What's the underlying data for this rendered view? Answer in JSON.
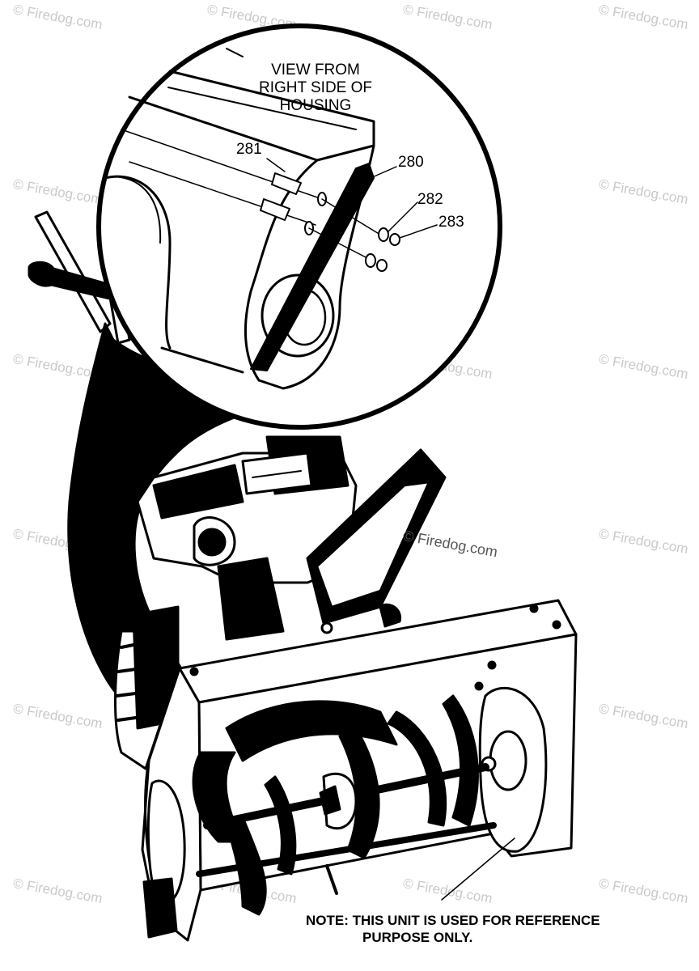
{
  "diagram": {
    "inset_title": "VIEW FROM\nRIGHT SIDE OF\nHOUSING",
    "inset_title_lines": [
      "VIEW FROM",
      "RIGHT SIDE OF",
      "HOUSING"
    ],
    "callouts": {
      "part_281": "281",
      "part_280": "280",
      "part_282": "282",
      "part_283": "283"
    },
    "note_line1": "NOTE: THIS UNIT IS USED FOR REFERENCE",
    "note_line2": "PURPOSE ONLY.",
    "watermark": "© Firedog.com",
    "brand_watermark": "© Firedog.com"
  }
}
